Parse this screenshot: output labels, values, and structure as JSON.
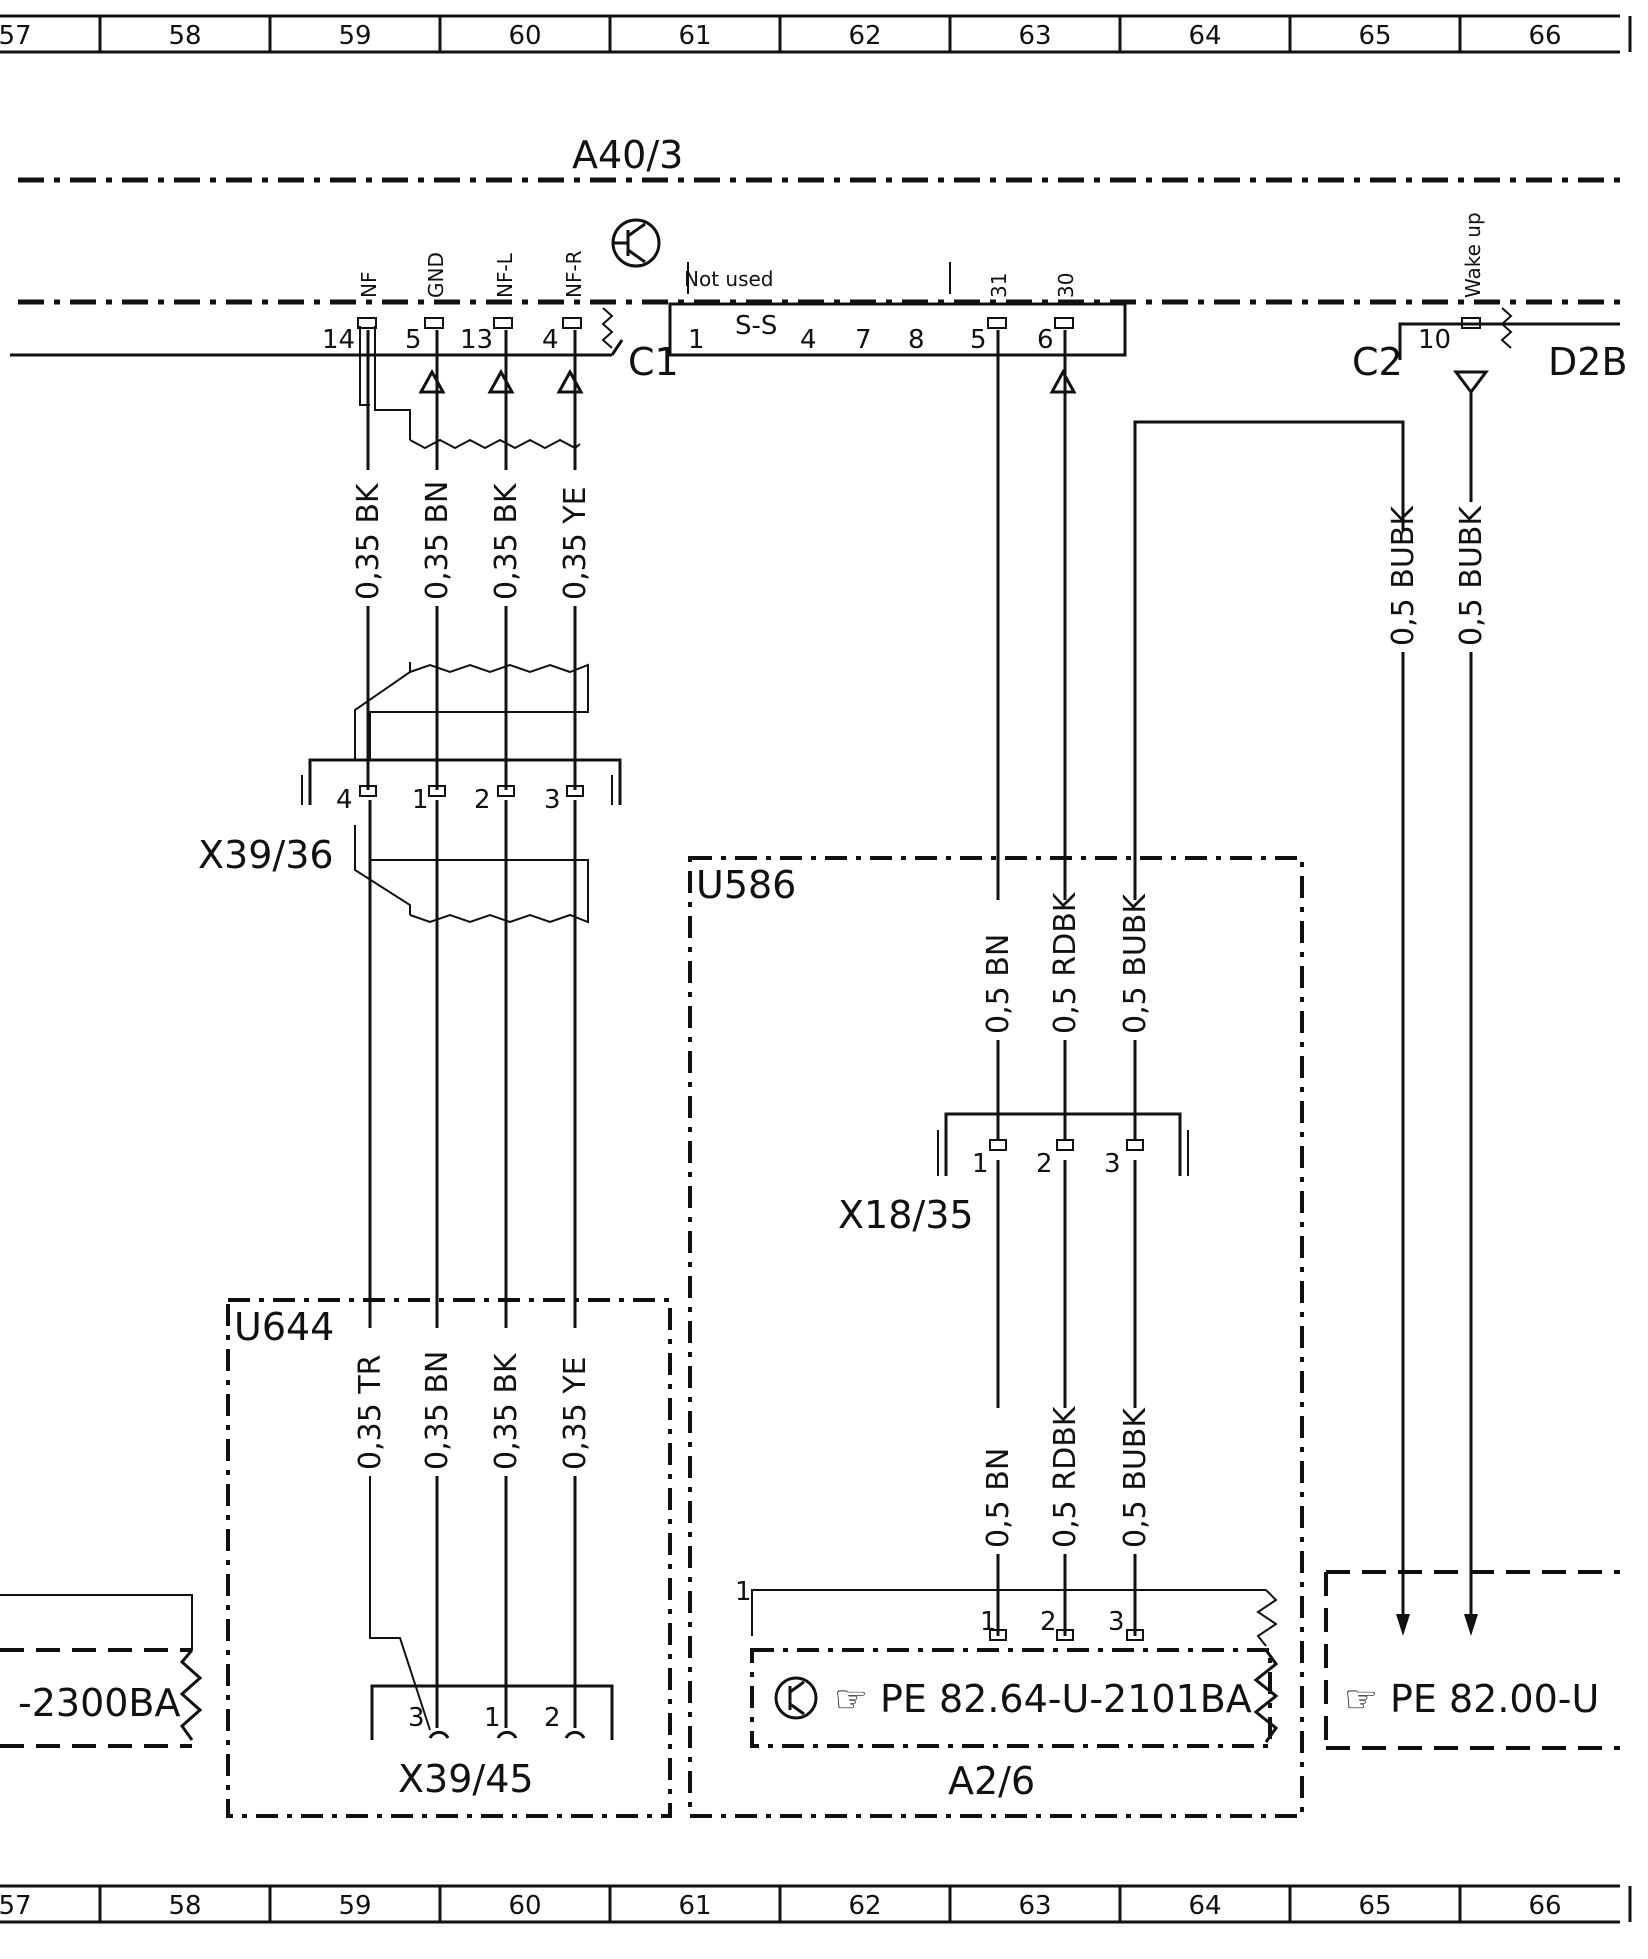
{
  "grid": {
    "top": [
      "57",
      "58",
      "59",
      "60",
      "61",
      "62",
      "63",
      "64",
      "65",
      "66"
    ],
    "bottom": [
      "57",
      "58",
      "59",
      "60",
      "61",
      "62",
      "63",
      "64",
      "65",
      "66"
    ]
  },
  "modules": {
    "a40_3": "A40/3",
    "c1": "C1",
    "c2": "C2",
    "d2b": "D2B",
    "x39_36": "X39/36",
    "u586": "U586",
    "x18_35": "X18/35",
    "u644": "U644",
    "x39_45": "X39/45",
    "a2_6": "A2/6",
    "ref_left": "-2300BA",
    "ref_a2_6": "PE 82.64-U-2101BA",
    "ref_right": "PE 82.00-U"
  },
  "a40_3": {
    "not_used": "Not used",
    "c1_pins": [
      {
        "num": "14",
        "signal": "NF"
      },
      {
        "num": "5",
        "signal": "GND"
      },
      {
        "num": "13",
        "signal": "NF-L"
      },
      {
        "num": "4",
        "signal": "NF-R"
      }
    ],
    "c1_unused_pins": [
      "1",
      "4",
      "7",
      "8"
    ],
    "c1_power_pins": [
      {
        "num": "5",
        "signal": "31"
      },
      {
        "num": "6",
        "signal": "30"
      }
    ],
    "c2_pin": {
      "num": "10",
      "signal": "Wake up"
    }
  },
  "wires": {
    "a40_top": [
      {
        "gauge": "0,35",
        "color": "BK"
      },
      {
        "gauge": "0,35",
        "color": "BN"
      },
      {
        "gauge": "0,35",
        "color": "BK"
      },
      {
        "gauge": "0,35",
        "color": "YE"
      }
    ],
    "u644": [
      {
        "gauge": "0,35",
        "color": "TR"
      },
      {
        "gauge": "0,35",
        "color": "BN"
      },
      {
        "gauge": "0,35",
        "color": "BK"
      },
      {
        "gauge": "0,35",
        "color": "YE"
      }
    ],
    "u586_top": [
      {
        "gauge": "0,5",
        "color": "BN"
      },
      {
        "gauge": "0,5",
        "color": "RDBK"
      },
      {
        "gauge": "0,5",
        "color": "BUBK"
      }
    ],
    "u586_bottom": [
      {
        "gauge": "0,5",
        "color": "BN"
      },
      {
        "gauge": "0,5",
        "color": "RDBK"
      },
      {
        "gauge": "0,5",
        "color": "BUBK"
      }
    ],
    "right": [
      {
        "gauge": "0,5",
        "color": "BUBK"
      },
      {
        "gauge": "0,5",
        "color": "BUBK"
      }
    ]
  },
  "connectors": {
    "x39_36_pins": [
      "4",
      "1",
      "2",
      "3"
    ],
    "x18_35_pins": [
      "1",
      "2",
      "3"
    ],
    "x39_45_pins": [
      "3",
      "1",
      "2"
    ],
    "a2_6_pins": [
      "1",
      "2",
      "3"
    ],
    "a2_6_bar": "1"
  }
}
